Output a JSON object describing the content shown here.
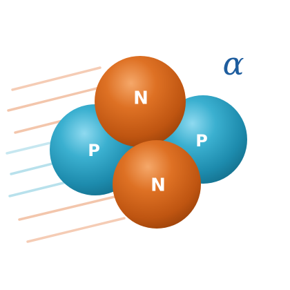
{
  "symbol": "α",
  "particles": [
    {
      "type": "proton",
      "label": "P"
    },
    {
      "type": "proton",
      "label": "P"
    },
    {
      "type": "neutron",
      "label": "N"
    },
    {
      "type": "neutron",
      "label": "N"
    }
  ],
  "colors": {
    "proton": "#2b9dbd",
    "neutron": "#d8681c",
    "symbol": "#1e5d9e",
    "trail_orange": "#f2c0a4",
    "trail_blue": "#b5e0ec"
  }
}
